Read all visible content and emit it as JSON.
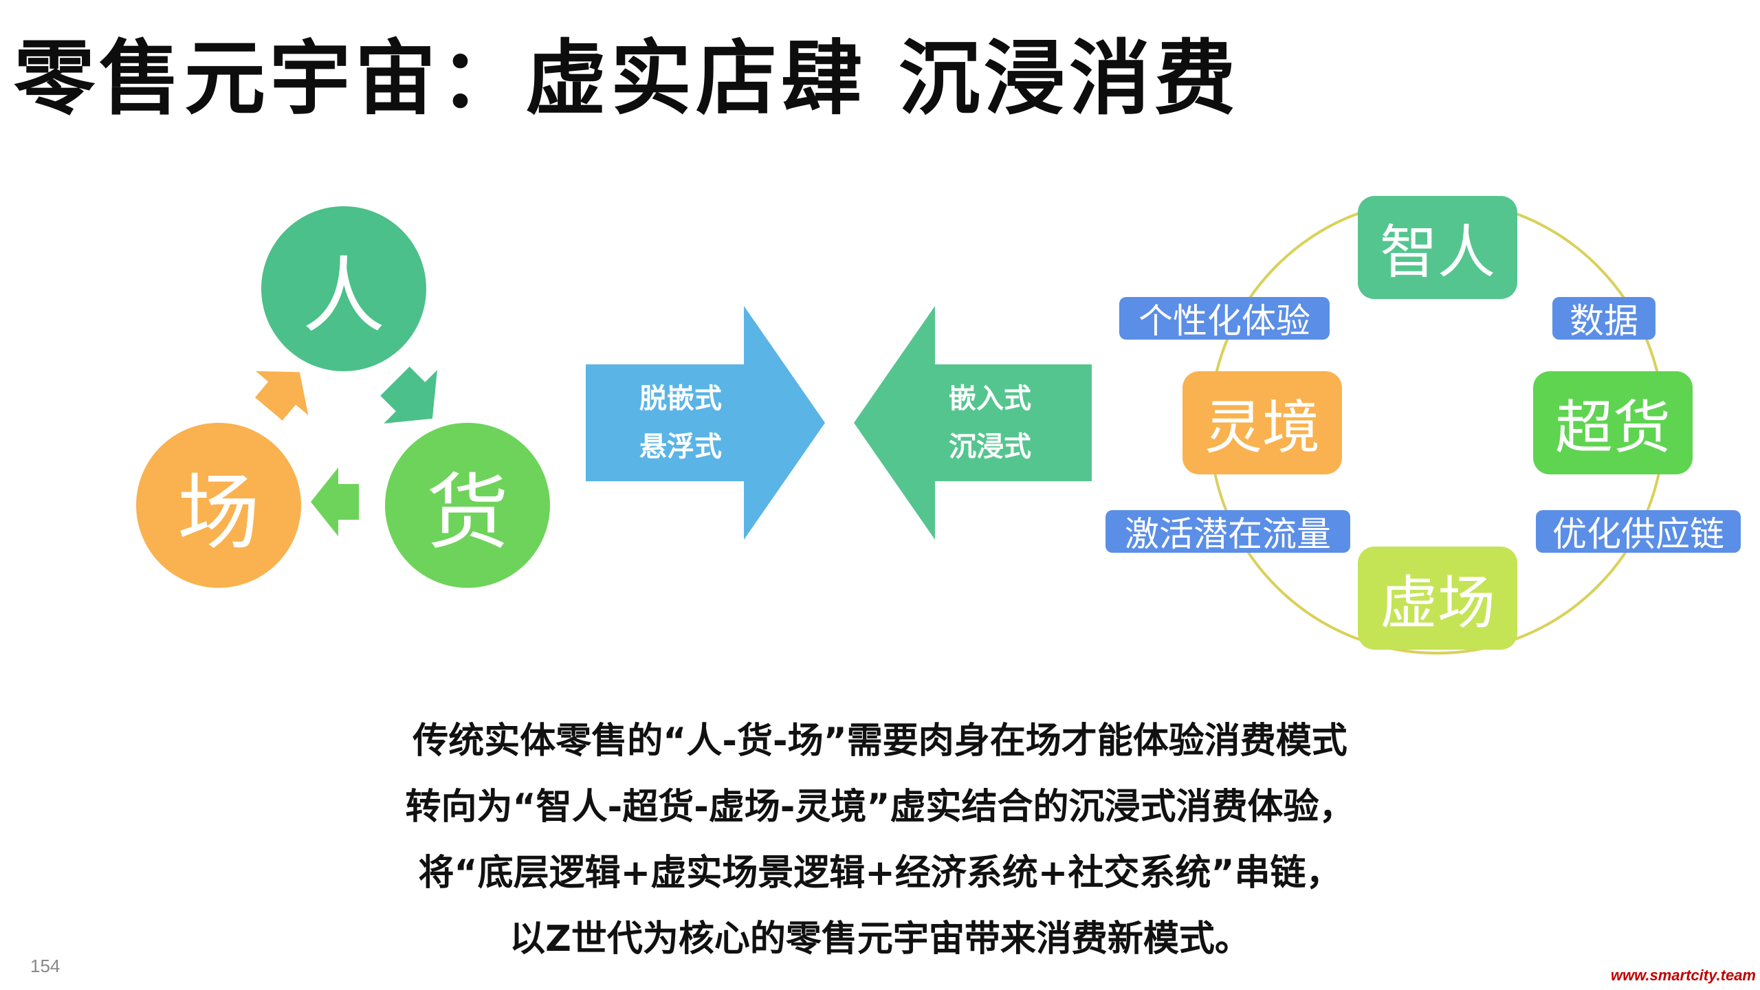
{
  "title": "零售元宇宙：虚实店肆 沉浸消费",
  "left_cycle": {
    "person": "人",
    "goods": "货",
    "place": "场"
  },
  "arrows": {
    "right_arrow": {
      "line1": "脱嵌式",
      "line2": "悬浮式"
    },
    "left_arrow": {
      "line1": "嵌入式",
      "line2": "沉浸式"
    }
  },
  "right_cycle": {
    "nodes": {
      "smart_person": "智人",
      "super_goods": "超货",
      "virtual_place": "虚场",
      "spirit_realm": "灵境"
    },
    "tags": {
      "personalized": "个性化体验",
      "data": "数据",
      "traffic": "激活潜在流量",
      "supply": "优化供应链"
    }
  },
  "description": [
    "传统实体零售的“人-货-场”需要肉身在场才能体验消费模式",
    "转向为“智人-超货-虚场-灵境”虚实结合的沉浸式消费体验，",
    "将“底层逻辑+虚实场景逻辑+经济系统+社交系统”串链，",
    "以Z世代为核心的零售元宇宙带来消费新模式。"
  ],
  "page_number": "154",
  "watermark": "www.smartcity.team",
  "colors": {
    "person": "#4cc08a",
    "goods": "#6ed35a",
    "place": "#f9b24f",
    "blue_arrow": "#5ab4e6",
    "green_arrow": "#55c58f",
    "tag_blue": "#5b8ee6",
    "spirit_orange": "#f9b24f",
    "virtual_lime": "#c4e455",
    "super_green": "#5fd451",
    "smart_green": "#55c58f"
  }
}
